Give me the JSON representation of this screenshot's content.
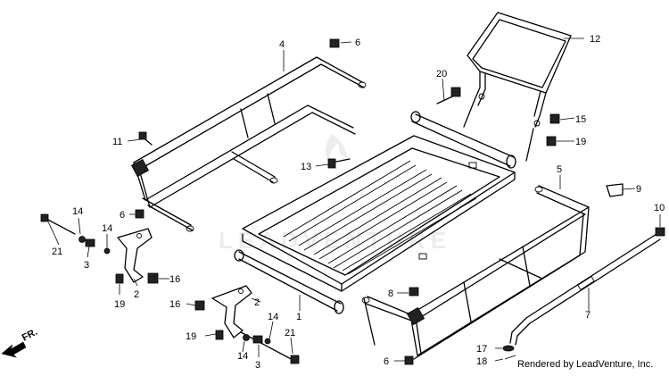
{
  "diagram": {
    "callouts": {
      "c1": "1",
      "c2a": "2",
      "c2b": "2",
      "c3a": "3",
      "c3b": "3",
      "c4": "4",
      "c5": "5",
      "c6a": "6",
      "c6b": "6",
      "c6c": "6",
      "c7": "7",
      "c8": "8",
      "c9": "9",
      "c10": "10",
      "c11": "11",
      "c12": "12",
      "c13": "13",
      "c14a": "14",
      "c14b": "14",
      "c14c": "14",
      "c14d": "14",
      "c15": "15",
      "c16a": "16",
      "c16b": "16",
      "c17": "17",
      "c18": "18",
      "c19a": "19",
      "c19b": "19",
      "c19c": "19",
      "c20": "20",
      "c21a": "21",
      "c21b": "21"
    },
    "direction_label": "FR.",
    "watermark": "LEADVENTURE",
    "credit": "Rendered by LeadVenture, Inc."
  }
}
